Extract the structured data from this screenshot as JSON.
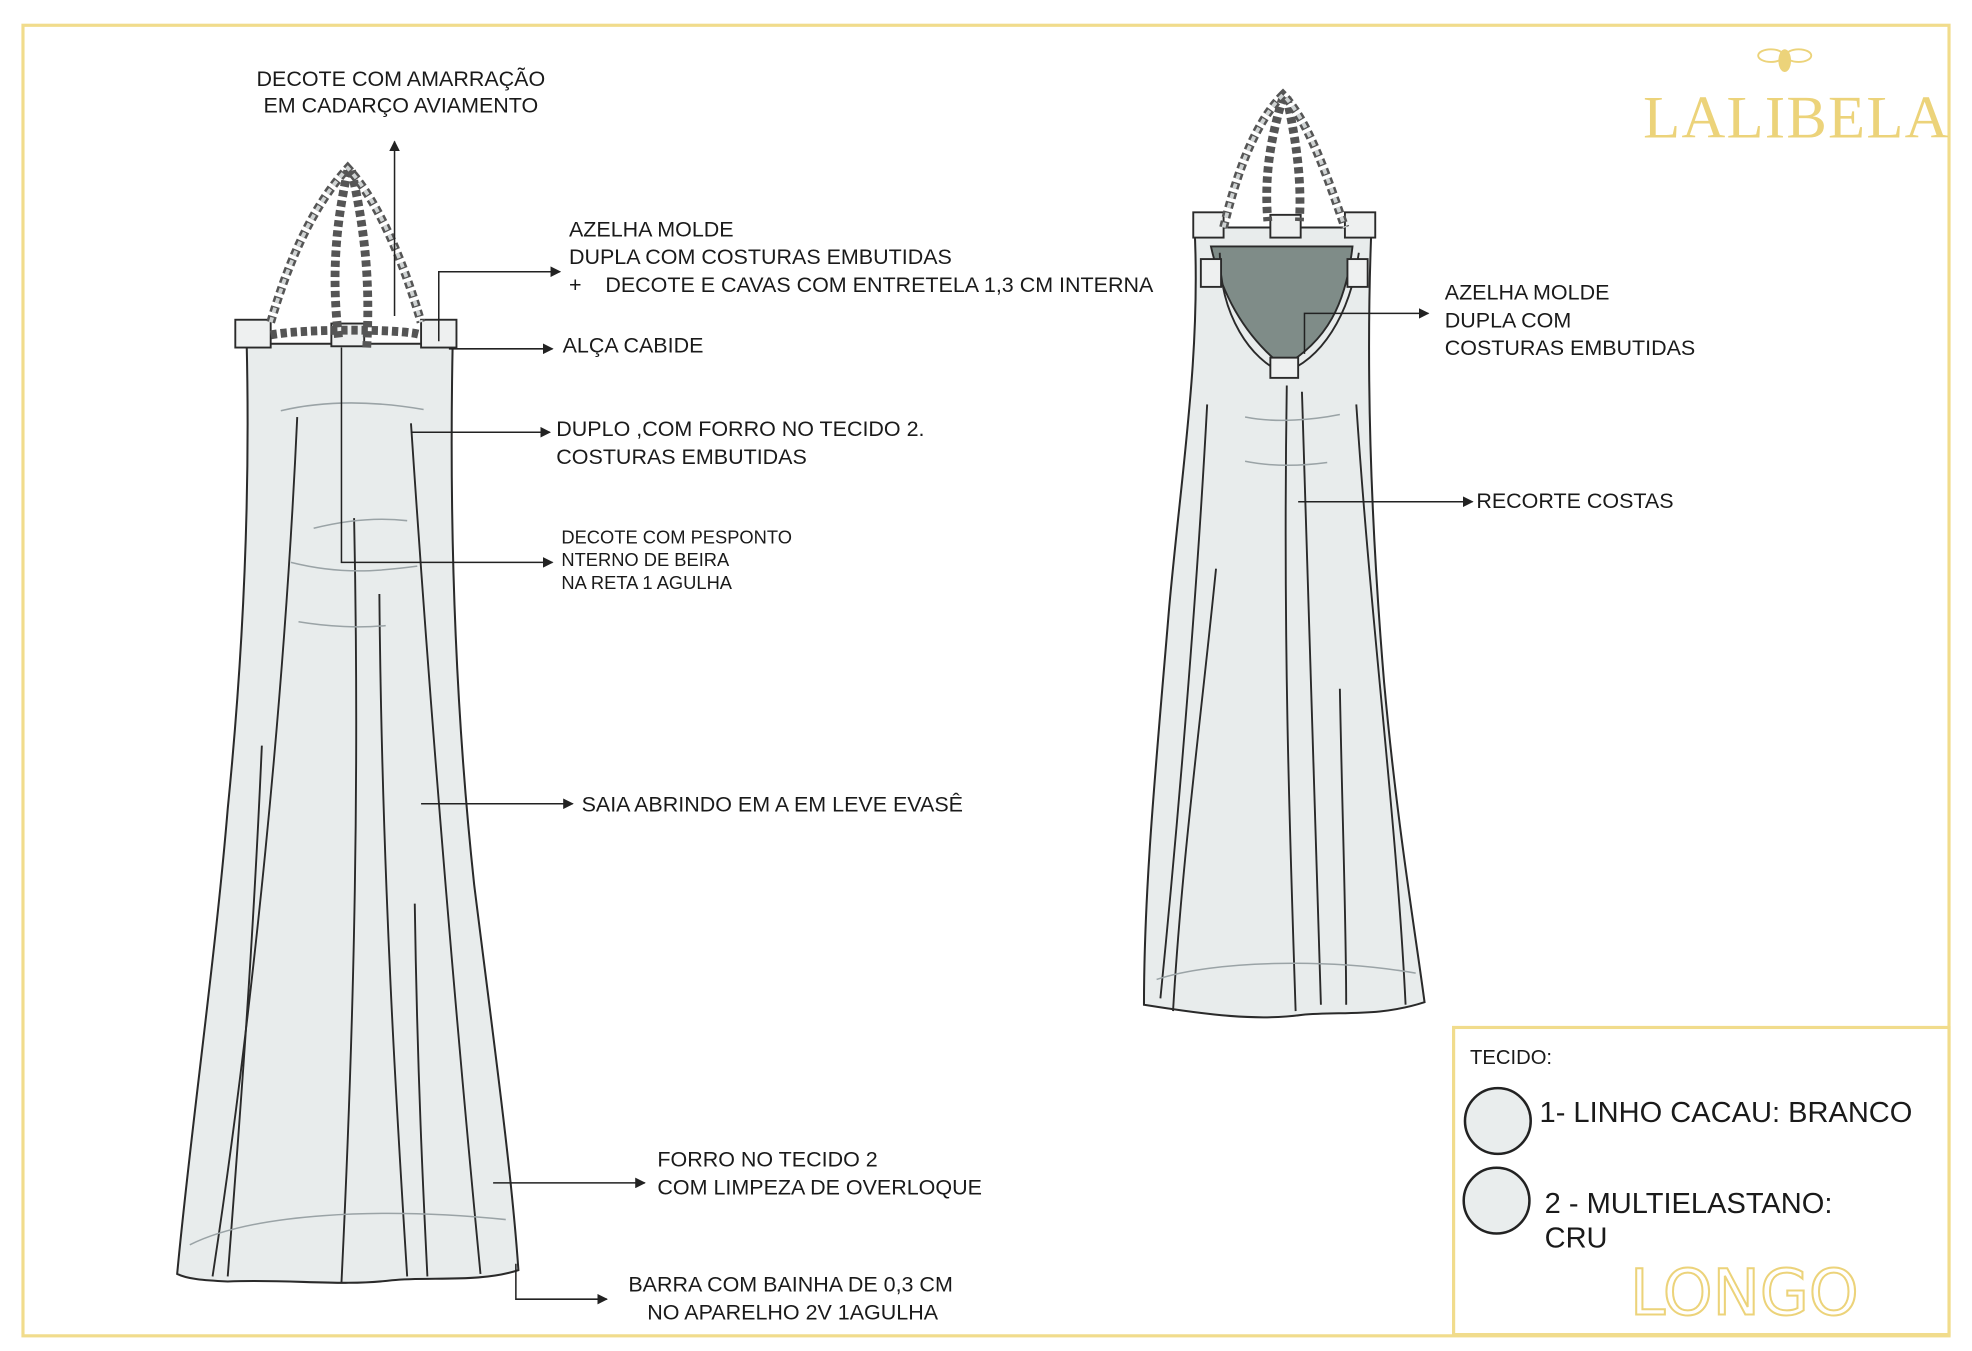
{
  "brand": {
    "name": "LALIBELA",
    "icon": "bee-icon",
    "color": "#ecd37a"
  },
  "front_callouts": {
    "neckline_tie": [
      "DECOTE COM AMARRAÇÃO",
      "EM CADARÇO AVIAMENTO"
    ],
    "loop": [
      "AZELHA MOLDE",
      "DUPLA COM COSTURAS EMBUTIDAS",
      "+    DECOTE E CAVAS COM ENTRETELA 1,3 CM INTERNA"
    ],
    "hanger_strap": "ALÇA CABIDE",
    "double_lining": [
      "DUPLO ,COM FORRO NO TECIDO 2.",
      "COSTURAS EMBUTIDAS"
    ],
    "topstitch": [
      "DECOTE COM PESPONTO",
      "NTERNO DE BEIRA",
      "NA RETA 1 AGULHA"
    ],
    "skirt": "SAIA ABRINDO EM A EM LEVE EVASÊ",
    "lining": [
      "FORRO NO TECIDO 2",
      "COM LIMPEZA DE OVERLOQUE"
    ],
    "hem": [
      "BARRA COM BAINHA DE 0,3 CM",
      "NO APARELHO 2V 1AGULHA"
    ]
  },
  "back_callouts": {
    "loop": [
      "AZELHA MOLDE",
      "DUPLA COM",
      "COSTURAS EMBUTIDAS"
    ],
    "back_panel": "RECORTE COSTAS"
  },
  "legend": {
    "title": "TECIDO:",
    "fabrics": [
      {
        "line1": "1- LINHO CACAU: BRANCO",
        "swatch": "#e9eded"
      },
      {
        "line1": "2 - MULTIELASTANO:",
        "line2": "CRU",
        "swatch": "#e9eded"
      }
    ],
    "style": "LONGO"
  },
  "colors": {
    "frame": "#f1dc8c",
    "back_neck": "#7f8c88"
  }
}
